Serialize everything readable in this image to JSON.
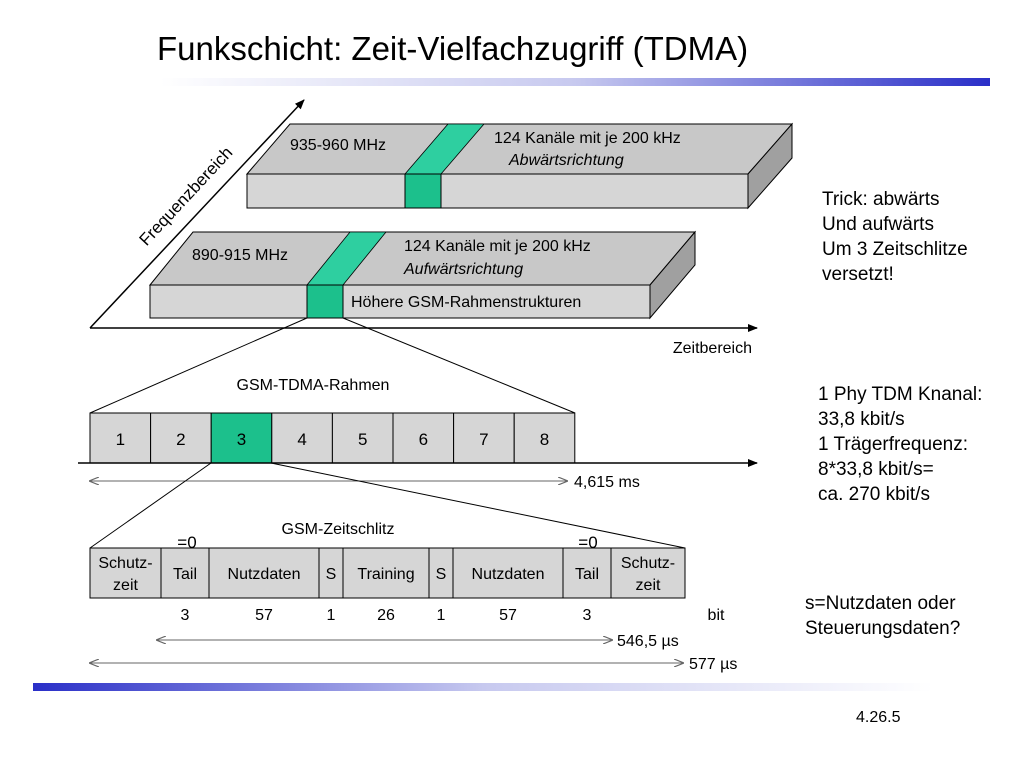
{
  "title": "Funkschicht: Zeit-Vielfachzugriff (TDMA)",
  "colors": {
    "accent": "#2ecfa0",
    "slot_fill": "#1cc08c",
    "band_top": "#c8c8c8",
    "band_front": "#d6d6d6",
    "band_side": "#a0a0a0",
    "bar_blue": "#3a3fd0"
  },
  "axes": {
    "frequency_label": "Frequenzbereich",
    "time_label": "Zeitbereich"
  },
  "downlink": {
    "range": "935-960 MHz",
    "channels": "124 Kanäle mit je 200 kHz",
    "direction": "Abwärtsrichtung"
  },
  "uplink": {
    "range": "890-915 MHz",
    "channels": "124 Kanäle mit je 200 kHz",
    "direction": "Aufwärtsrichtung",
    "higher_frames": "Höhere GSM-Rahmenstrukturen"
  },
  "tdma_frame": {
    "title": "GSM-TDMA-Rahmen",
    "slots": [
      "1",
      "2",
      "3",
      "4",
      "5",
      "6",
      "7",
      "8"
    ],
    "highlight": "3",
    "duration": "4,615 ms"
  },
  "timeslot": {
    "title": "GSM-Zeitschlitz",
    "fields": [
      {
        "line1": "Schutz-",
        "line2": "zeit",
        "bits": ""
      },
      {
        "line1": "Tail",
        "line2": "",
        "bits": "3"
      },
      {
        "line1": "Nutzdaten",
        "line2": "",
        "bits": "57"
      },
      {
        "line1": "S",
        "line2": "",
        "bits": "1"
      },
      {
        "line1": "Training",
        "line2": "",
        "bits": "26"
      },
      {
        "line1": "S",
        "line2": "",
        "bits": "1"
      },
      {
        "line1": "Nutzdaten",
        "line2": "",
        "bits": "57"
      },
      {
        "line1": "Tail",
        "line2": "",
        "bits": "3"
      },
      {
        "line1": "Schutz-",
        "line2": "zeit",
        "bits": ""
      }
    ],
    "tail_marker": "=0",
    "bit_unit": "bit",
    "data_duration": "546,5 µs",
    "slot_duration": "577 µs"
  },
  "notes": {
    "trick": [
      "Trick: abwärts",
      "Und aufwärts",
      "Um 3 Zeitschlitze",
      "versetzt!"
    ],
    "rates": [
      "1 Phy TDM Knanal:",
      "33,8 kbit/s",
      "1 Trägerfrequenz:",
      "8*33,8 kbit/s=",
      "ca. 270 kbit/s"
    ],
    "question": [
      "s=Nutzdaten oder",
      "Steuerungsdaten?"
    ]
  },
  "page_number": "4.26.5"
}
